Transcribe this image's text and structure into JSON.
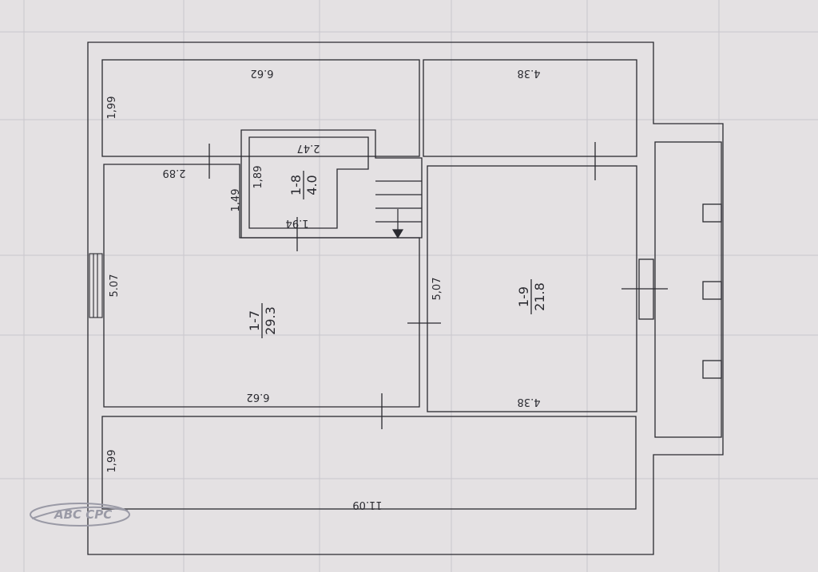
{
  "dimensions": {
    "top_left_length": "6.62",
    "top_right_length": "4.38",
    "top_left_height": "1,99",
    "stair_room_width": "2.47",
    "stair_room_height": "1,89",
    "stair_room_bottom": "1.94",
    "corridor_width": "2.89",
    "corridor_height": "1,49",
    "room_1_7_height": "5.07",
    "room_1_7_bottom": "6.62",
    "room_1_9_height": "5,07",
    "room_1_9_bottom": "4.38",
    "bottom_height": "1,99",
    "bottom_length": "11.09"
  },
  "rooms": {
    "r1_7": {
      "number": "1-7",
      "area": "29.3"
    },
    "r1_8": {
      "number": "1-8",
      "area": "4.0"
    },
    "r1_9": {
      "number": "1-9",
      "area": "21.8"
    }
  },
  "logo": {
    "text": "ABC CPC"
  },
  "colors": {
    "paper": "#e4e1e3",
    "ink": "#2a2a30",
    "grid": "#c9c6cc"
  }
}
